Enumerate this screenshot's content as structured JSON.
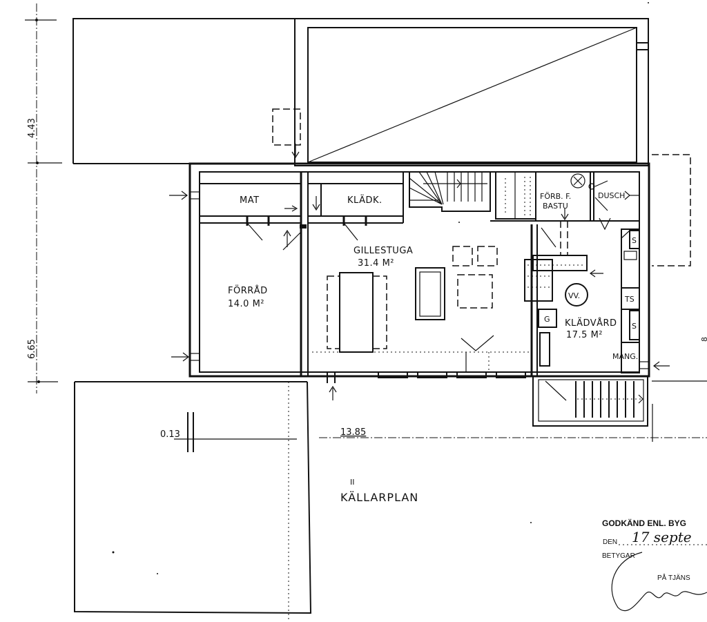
{
  "drawing": {
    "title": "KÄLLARPLAN",
    "title_marker": "II"
  },
  "dimensions": {
    "vertical_top": "4.43",
    "vertical_bottom": "6.65",
    "horizontal_main": "13.85",
    "wall_offset": "0.13",
    "right_edge_partial": "8"
  },
  "rooms": [
    {
      "id": "mat",
      "name": "MAT",
      "area": ""
    },
    {
      "id": "kladk",
      "name": "KLÄDK.",
      "area": ""
    },
    {
      "id": "forrad",
      "name": "FÖRRÅD",
      "area": "14.0 M²"
    },
    {
      "id": "gillestuga",
      "name": "GILLESTUGA",
      "area": "31.4 M²"
    },
    {
      "id": "forb-bastu",
      "name": "FÖRB. F.",
      "name2": "BASTU",
      "area": ""
    },
    {
      "id": "dusch",
      "name": "DUSCH",
      "area": ""
    },
    {
      "id": "kladvard",
      "name": "KLÄDVÅRD",
      "area": "17.5 M²"
    }
  ],
  "fixtures": {
    "vv": "VV.",
    "g": "G",
    "s1": "S",
    "s2": "S",
    "ts": "TS",
    "mang": "MANG."
  },
  "stamp": {
    "line1": "GODKÄND ENL. BYG",
    "den_label": "DEN",
    "date_handwritten": "17 septe",
    "betyg_label": "BETYGAR",
    "tjanst_label": "PÅ TJÄNS"
  }
}
